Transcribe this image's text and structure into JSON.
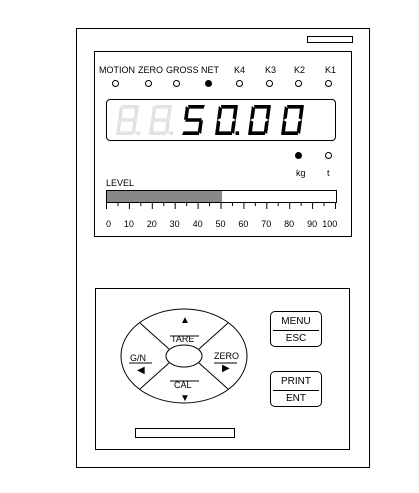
{
  "indicators": [
    {
      "label": "MOTION",
      "on": false
    },
    {
      "label": "ZERO",
      "on": false
    },
    {
      "label": "GROSS",
      "on": false
    },
    {
      "label": "NET",
      "on": true
    },
    {
      "label": "K4",
      "on": false
    },
    {
      "label": "K3",
      "on": false
    },
    {
      "label": "K2",
      "on": false
    },
    {
      "label": "K1",
      "on": false
    }
  ],
  "display": {
    "ghost_digits": "8.8.",
    "value": "50.00"
  },
  "units": [
    {
      "label": "kg",
      "on": true
    },
    {
      "label": "t",
      "on": false
    }
  ],
  "level": {
    "label": "LEVEL",
    "percent": 50,
    "scale": [
      "0",
      "10",
      "20",
      "30",
      "40",
      "50",
      "60",
      "70",
      "80",
      "90",
      "100"
    ]
  },
  "keypad": {
    "tare": "TARE",
    "gn": "G/N",
    "zero": "ZERO",
    "cal": "CAL",
    "menu": "MENU",
    "esc": "ESC",
    "print": "PRINT",
    "ent": "ENT"
  }
}
